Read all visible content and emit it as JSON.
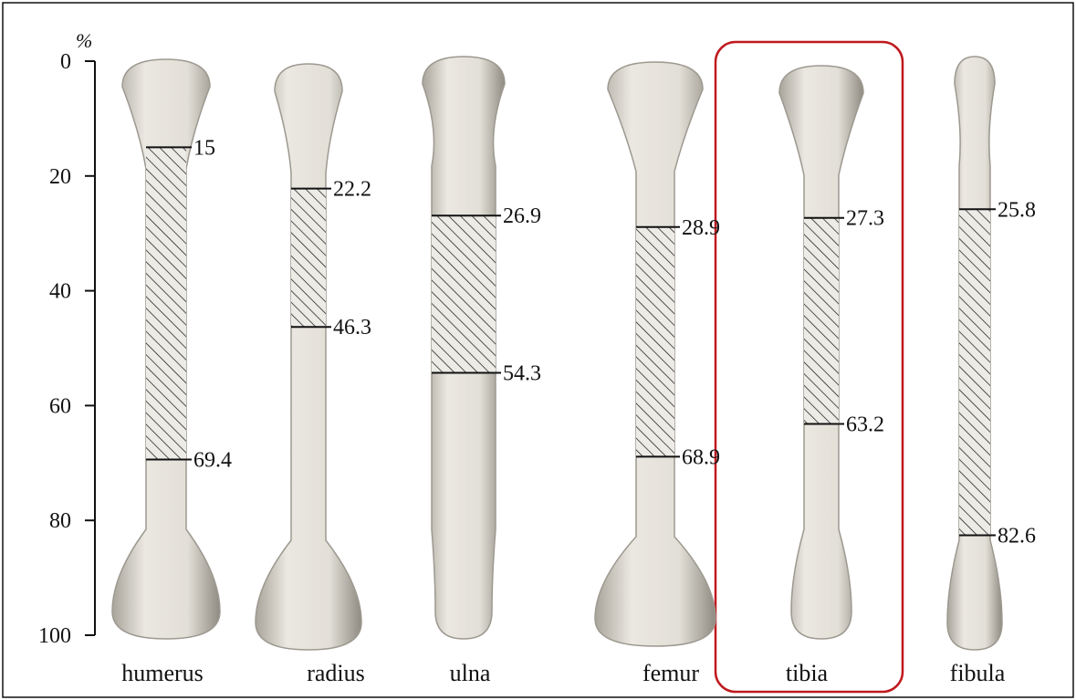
{
  "axis": {
    "unit": "%",
    "ticks": [
      0,
      20,
      40,
      60,
      80,
      100
    ],
    "range": [
      0,
      100
    ]
  },
  "bones": [
    {
      "name": "humerus",
      "start": 15,
      "end": 69.4,
      "start_label": "15",
      "end_label": "69.4",
      "highlighted": false
    },
    {
      "name": "radius",
      "start": 22.2,
      "end": 46.3,
      "start_label": "22.2",
      "end_label": "46.3",
      "highlighted": false
    },
    {
      "name": "ulna",
      "start": 26.9,
      "end": 54.3,
      "start_label": "26.9",
      "end_label": "54.3",
      "highlighted": false
    },
    {
      "name": "femur",
      "start": 28.9,
      "end": 68.9,
      "start_label": "28.9",
      "end_label": "68.9",
      "highlighted": false
    },
    {
      "name": "tibia",
      "start": 27.3,
      "end": 63.2,
      "start_label": "27.3",
      "end_label": "63.2",
      "highlighted": true
    },
    {
      "name": "fibula",
      "start": 25.8,
      "end": 82.6,
      "start_label": "25.8",
      "end_label": "82.6",
      "highlighted": false
    }
  ],
  "colors": {
    "highlight_border": "#c0191e",
    "bone_fill": "#e3e0d8",
    "bone_shadow": "#9d9990",
    "hatch": "#111111"
  }
}
